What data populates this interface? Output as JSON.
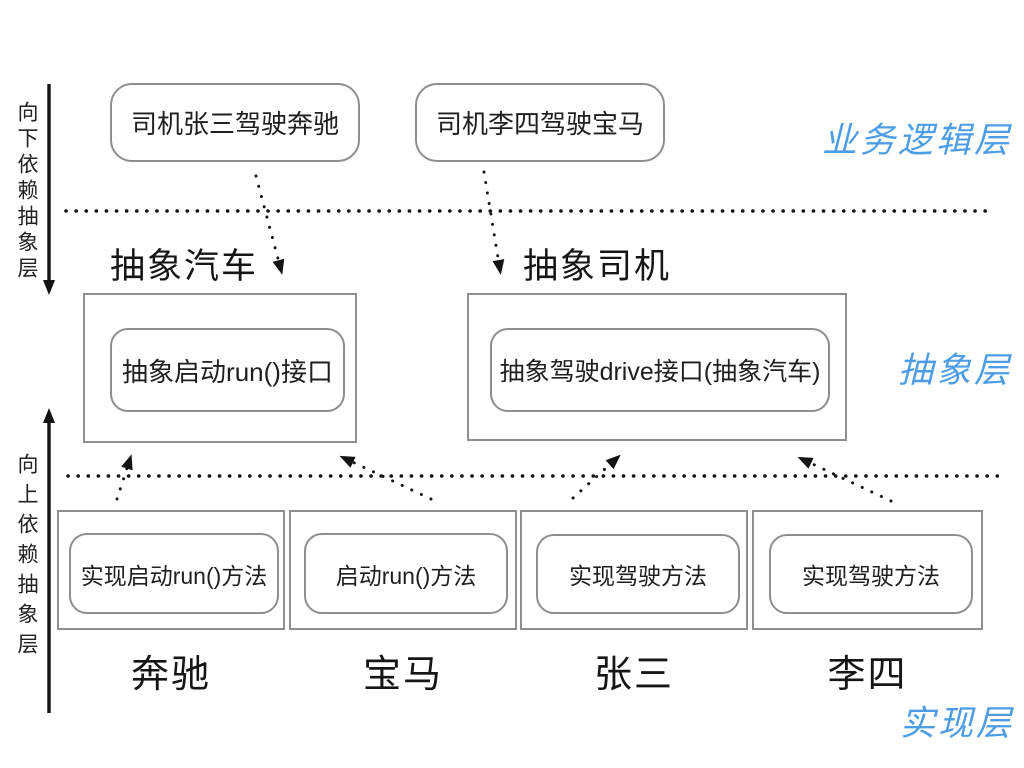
{
  "diagram": {
    "title_hint": "dependency-inversion-layers",
    "rails": {
      "down_text": "向下依赖抽象层",
      "up_text": "向上依赖抽象层"
    },
    "business_layer": {
      "label": "业务逻辑层",
      "boxes": [
        "司机张三驾驶奔驰",
        "司机李四驾驶宝马"
      ]
    },
    "abstract_layer": {
      "label": "抽象层",
      "headings": [
        "抽象汽车",
        "抽象司机"
      ],
      "interfaces": [
        "抽象启动run()接口",
        "抽象驾驶drive接口(抽象汽车)"
      ]
    },
    "impl_layer": {
      "label": "实现层",
      "methods": [
        "实现启动run()方法",
        "启动run()方法",
        "实现驾驶方法",
        "实现驾驶方法"
      ],
      "names": [
        "奔驰",
        "宝马",
        "张三",
        "李四"
      ]
    },
    "colors": {
      "accent_blue": "#4d9de6",
      "border_gray": "#8e8e8e",
      "ink": "#141414"
    }
  }
}
